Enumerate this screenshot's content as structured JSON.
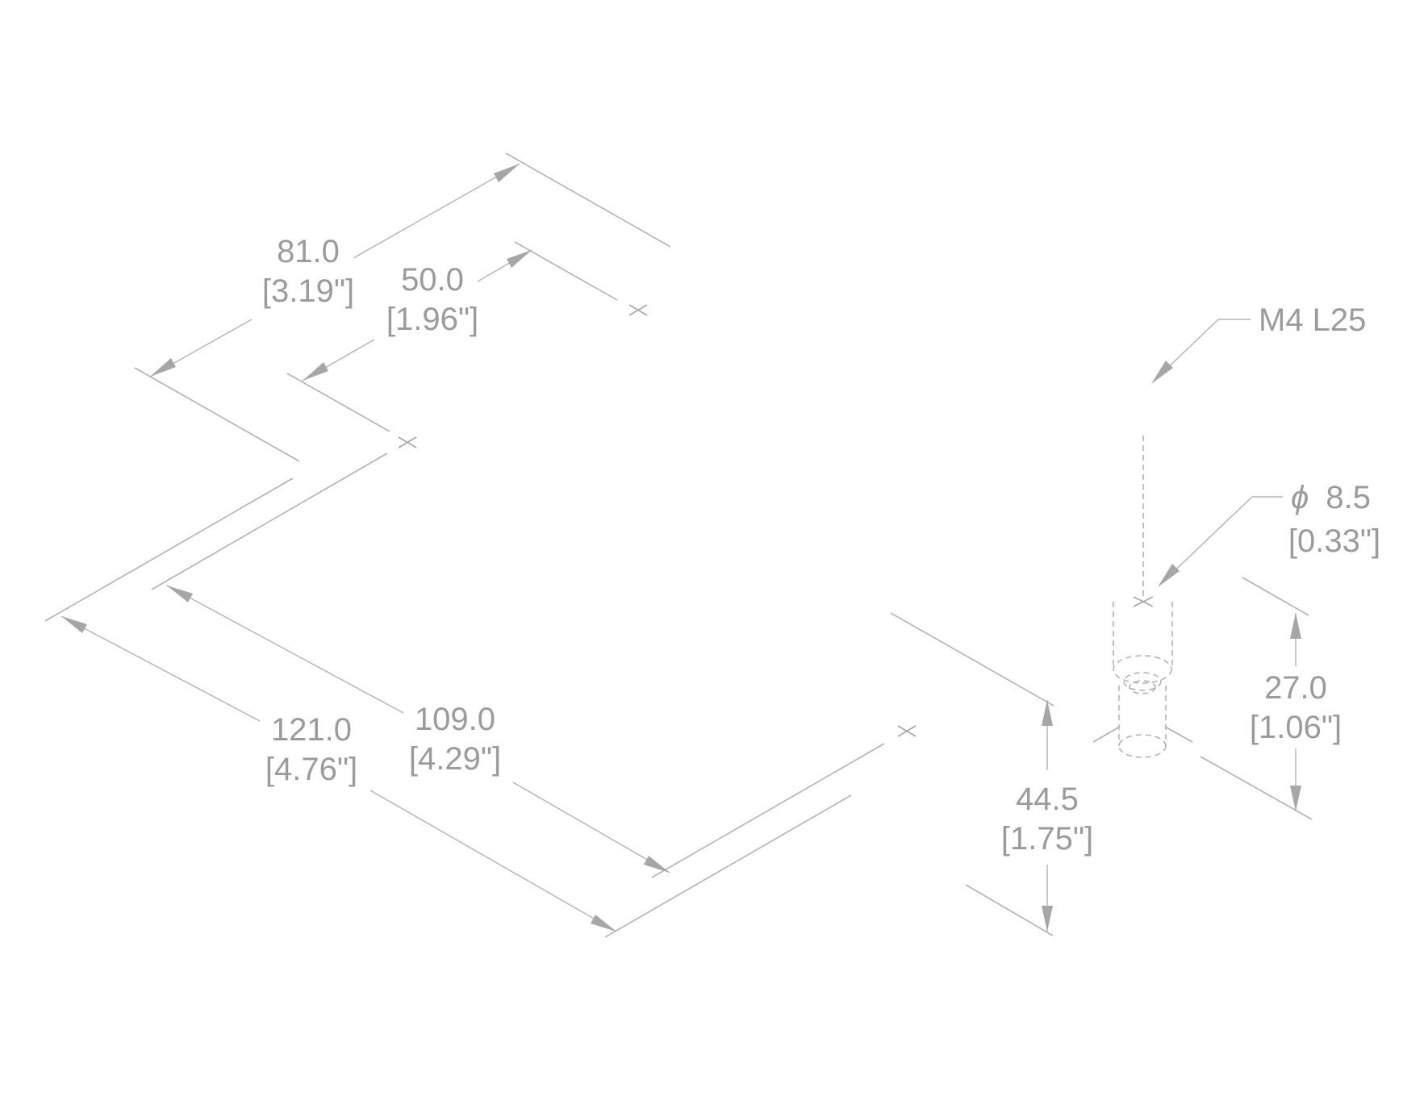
{
  "drawing": {
    "colors": {
      "line": "#b3b3b3",
      "arrow": "#a6a6a6",
      "text": "#9b9b9b",
      "background": "#ffffff"
    },
    "dimensions": {
      "d81": {
        "mm": "81.0",
        "inch": "[3.19\"]"
      },
      "d50": {
        "mm": "50.0",
        "inch": "[1.96\"]"
      },
      "d121": {
        "mm": "121.0",
        "inch": "[4.76\"]"
      },
      "d109": {
        "mm": "109.0",
        "inch": "[4.29\"]"
      },
      "d44": {
        "mm": "44.5",
        "inch": "[1.75\"]"
      },
      "d27": {
        "mm": "27.0",
        "inch": "[1.06\"]"
      }
    },
    "callouts": {
      "bolt": "M4 L25",
      "diameter": {
        "symbol": "ϕ",
        "value": "8.5",
        "inch": "[0.33\"]"
      }
    }
  }
}
